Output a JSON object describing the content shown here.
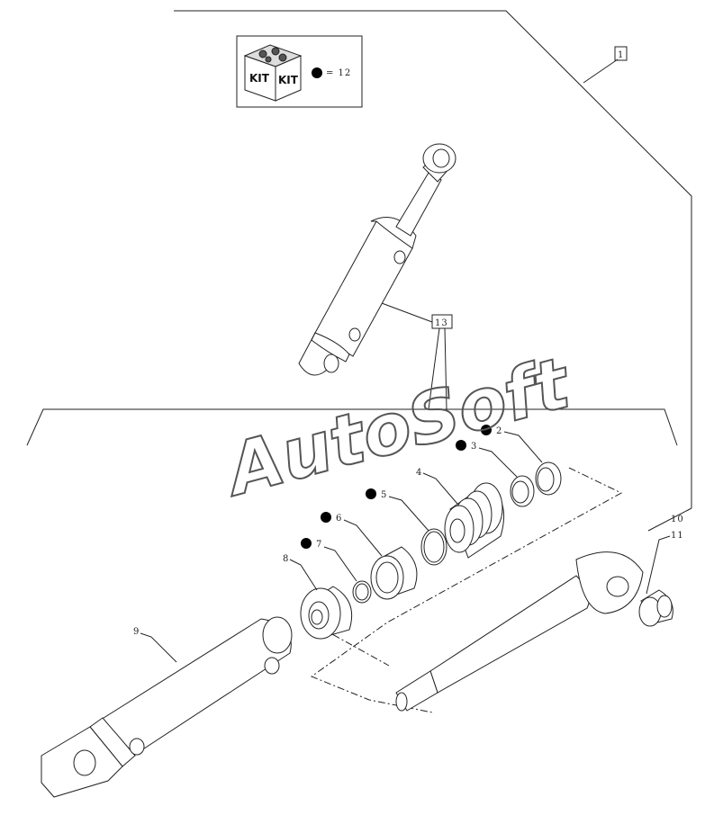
{
  "kit_box": {
    "kit_label_left": "KIT",
    "kit_label_right": "KIT",
    "kit_reference": "= 12"
  },
  "callouts": {
    "c1": "1",
    "c2": "2",
    "c3": "3",
    "c4": "4",
    "c5": "5",
    "c6": "6",
    "c7": "7",
    "c8": "8",
    "c9": "9",
    "c10": "10",
    "c11": "11",
    "c13": "13"
  },
  "watermark": "AutoSoft",
  "colors": {
    "line": "#222222",
    "kit_dot": "#000000",
    "watermark": "#555555"
  }
}
